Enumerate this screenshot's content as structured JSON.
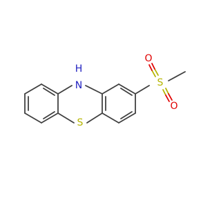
{
  "molecule": {
    "atoms": {
      "nh": "H\nN",
      "nh_h": "H",
      "nh_n": "N",
      "s_ring": "S",
      "s_sulfonyl": "S",
      "o_top": "O",
      "o_bottom": "O"
    },
    "colors": {
      "bond": "#404040",
      "nitrogen": "#2020c0",
      "sulfur": "#b5b500",
      "oxygen": "#e00000"
    }
  }
}
